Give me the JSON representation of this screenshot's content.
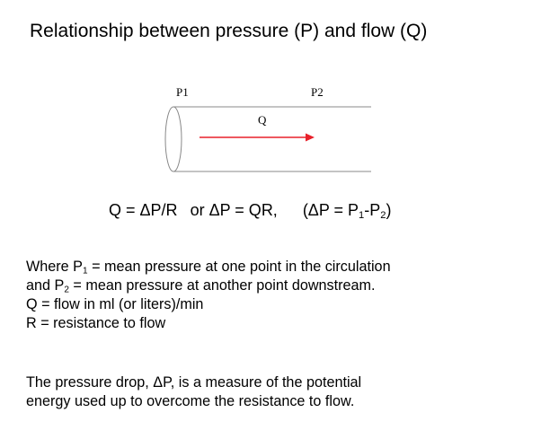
{
  "title": "Relationship between pressure (P) and flow (Q)",
  "diagram": {
    "p1_label": "P1",
    "p2_label": "P2",
    "q_label": "Q",
    "arrow_color": "#e8202a",
    "tube_color": "#888888"
  },
  "formula": {
    "part1": "Q = ΔP/R",
    "or": "or",
    "part2": "ΔP = QR,",
    "paren_open": "(ΔP = P",
    "sub1": "1",
    "dash": "-P",
    "sub2": "2",
    "paren_close": ")"
  },
  "definitions": {
    "l1_a": "Where P",
    "l1_sub": "1",
    "l1_b": " = mean pressure at  one point in the circulation",
    "l2_a": "and P",
    "l2_sub": "2",
    "l2_b": " = mean pressure at another point downstream.",
    "l3": "Q = flow in ml (or liters)/min",
    "l4": "R = resistance to flow"
  },
  "note": {
    "l1": "The pressure drop, ΔP, is  a measure of the potential",
    "l2": "energy used up to overcome the resistance to flow."
  }
}
